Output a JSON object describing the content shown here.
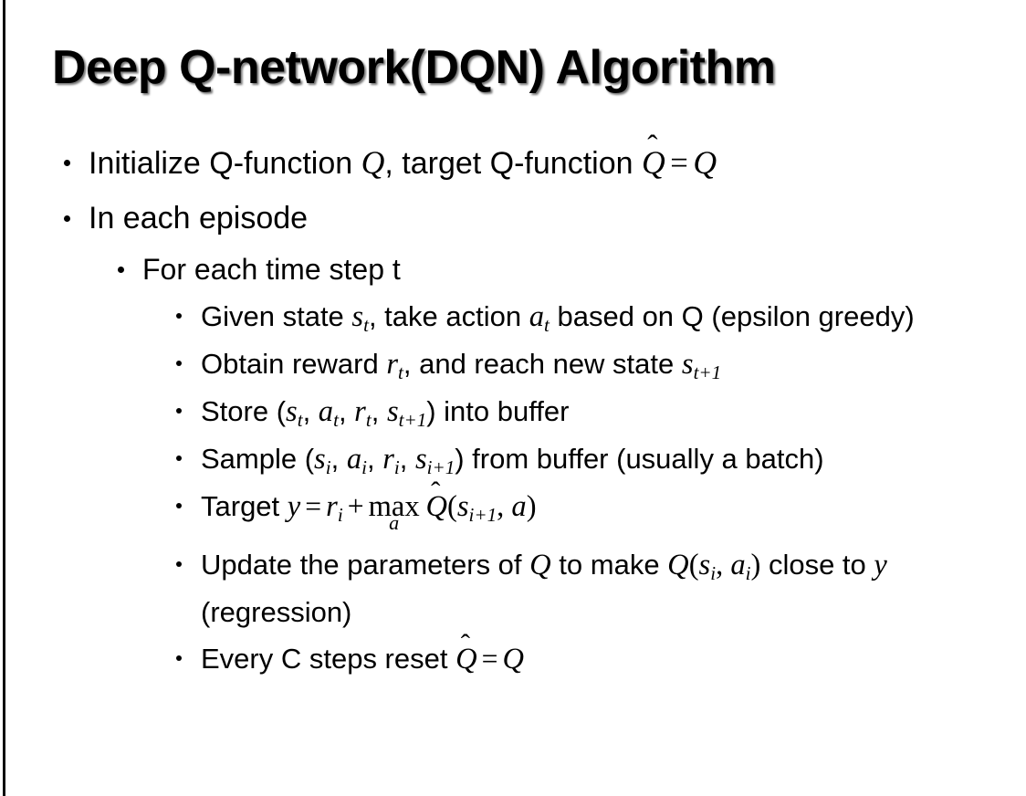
{
  "slide": {
    "title": "Deep Q-network(DQN) Algorithm",
    "background_color": "#ffffff",
    "text_color": "#000000",
    "accent_rule_color": "#0d0d0d"
  },
  "bullets": {
    "initialize": {
      "pre": "Initialize Q-function ",
      "var_q1": "Q",
      "mid": ", target Q-function ",
      "qhat": "Q",
      "hat": "̂",
      "eq": "=",
      "var_q2": "Q"
    },
    "in_each_episode": "In each episode",
    "for_each_time_step": "For each time step t",
    "given_state": {
      "pre": "Given state ",
      "var_s": "s",
      "sub_s": "t",
      "mid": ", take action ",
      "var_a": "a",
      "sub_a": "t",
      "post": " based on Q (epsilon greedy)"
    },
    "obtain_reward": {
      "pre": "Obtain reward ",
      "var_r": "r",
      "sub_r": "t",
      "mid": ", and reach new state ",
      "var_s": "s",
      "sub_s": "t+1"
    },
    "store": {
      "pre": "Store (",
      "var_s1": "s",
      "sub_s1": "t",
      "sep1": ", ",
      "var_a": "a",
      "sub_a": "t",
      "sep2": ", ",
      "var_r": "r",
      "sub_r": "t",
      "sep3": ", ",
      "var_s2": "s",
      "sub_s2": "t+1",
      "post": ") into buffer"
    },
    "sample": {
      "pre": "Sample (",
      "var_s1": "s",
      "sub_s1": "i",
      "sep1": ", ",
      "var_a": "a",
      "sub_a": "i",
      "sep2": ", ",
      "var_r": "r",
      "sub_r": "i",
      "sep3": ", ",
      "var_s2": "s",
      "sub_s2": "i+1",
      "post": ") from buffer (usually a batch)"
    },
    "target": {
      "pre": "Target ",
      "var_y": "y",
      "eq": "=",
      "var_r": "r",
      "sub_r": "i",
      "plus": "+",
      "max_op": "max",
      "max_under": "a",
      "qhat": "Q",
      "hat": "̂",
      "open": "(",
      "var_s": "s",
      "sub_s": "i+1",
      "comma": ", ",
      "var_a": "a",
      "close": ")"
    },
    "update": {
      "pre": "Update the parameters of ",
      "var_q1": "Q",
      "mid": " to make ",
      "var_q2": "Q",
      "open": "(",
      "var_s": "s",
      "sub_s": "i",
      "comma": ", ",
      "var_a": "a",
      "sub_a": "i",
      "close": ")",
      "post": " close to ",
      "var_y": "y",
      "tail": " (regression)"
    },
    "every_c_steps": {
      "pre": "Every C steps reset ",
      "qhat": "Q",
      "hat": "̂",
      "eq": "=",
      "var_q": "Q"
    }
  }
}
